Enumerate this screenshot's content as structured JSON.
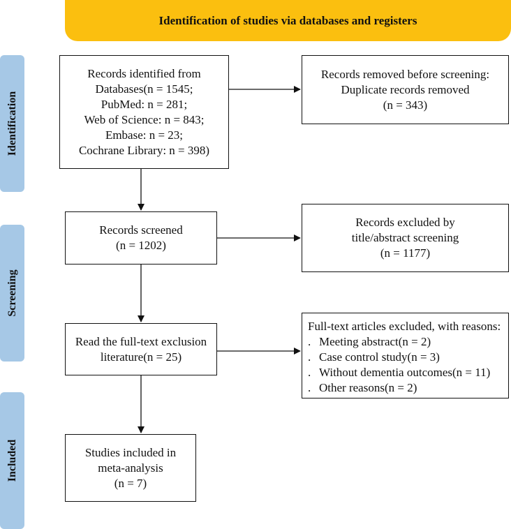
{
  "header": {
    "title": "Identification of studies via databases and registers"
  },
  "stages": [
    "Identification",
    "Screening",
    "Included"
  ],
  "identified": {
    "lines": [
      "Records identified from",
      "Databases(n = 1545;",
      "PubMed: n = 281;",
      "Web of Science: n = 843;",
      "Embase: n = 23;",
      "Cochrane Library: n = 398)"
    ]
  },
  "removed": {
    "lines": [
      "Records removed before screening:",
      "Duplicate records removed",
      "(n = 343)"
    ]
  },
  "screened": {
    "lines": [
      "Records screened",
      "(n = 1202)"
    ]
  },
  "excluded_title": {
    "lines": [
      "Records excluded by",
      "title/abstract screening",
      "(n = 1177)"
    ]
  },
  "fulltext": {
    "lines": [
      "Read the full-text exclusion",
      "literature(n = 25)"
    ]
  },
  "excluded_fulltext": {
    "heading": "Full-text articles excluded, with reasons:",
    "bullet": ".",
    "items": [
      "Meeting abstract(n = 2)",
      "Case control study(n = 3)",
      "Without dementia outcomes(n = 11)",
      "Other reasons(n = 2)"
    ]
  },
  "included": {
    "lines": [
      "Studies included in",
      "meta-analysis",
      "(n = 7)"
    ]
  }
}
